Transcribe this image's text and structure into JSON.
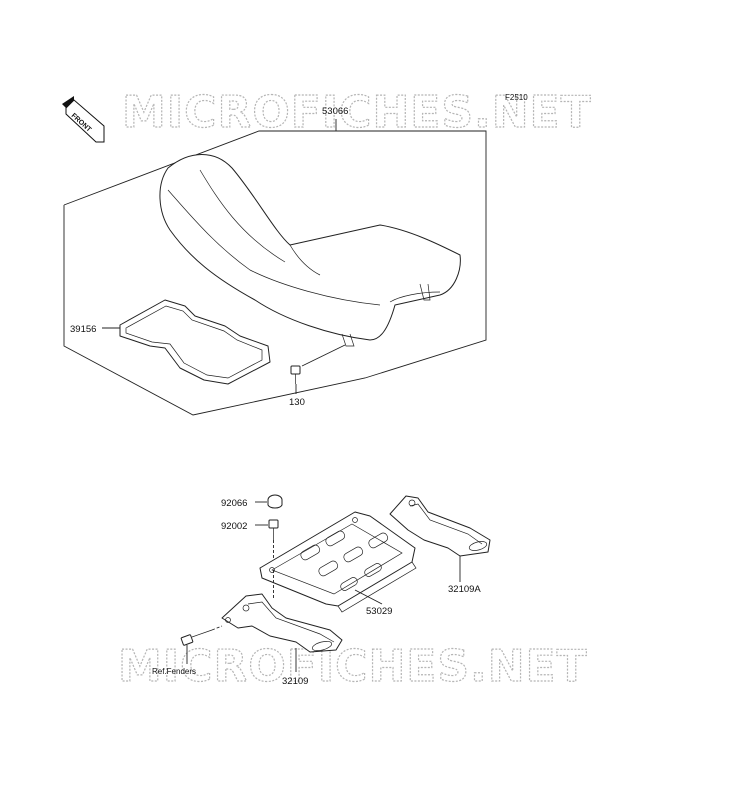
{
  "diagram": {
    "figure_code": "F2510",
    "direction_arrow": "FRONT",
    "watermarks": [
      "MICROFICHES.NET",
      "MICROFICHES.NET"
    ],
    "callouts": {
      "seat": "53066",
      "seat_pad": "39156",
      "bolt_130": "130",
      "cap": "92066",
      "bolt_92002": "92002",
      "carrier": "53029",
      "bracket_right": "32109A",
      "bracket_left": "32109",
      "ref_fenders": "Ref.Fenders"
    }
  }
}
